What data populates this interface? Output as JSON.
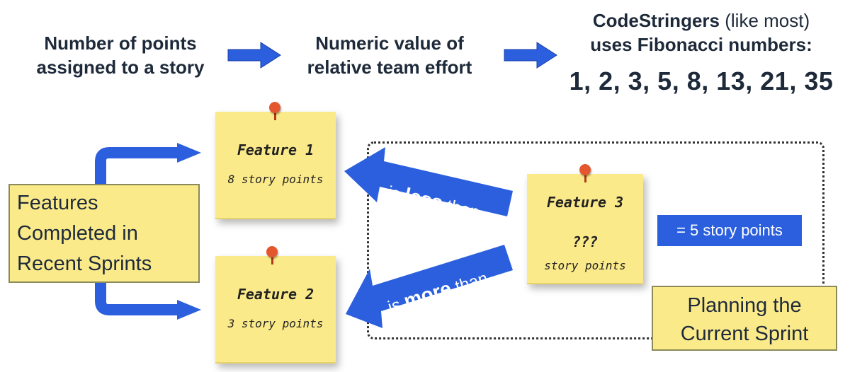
{
  "header": {
    "points_line1": "Number of points",
    "points_line2": "assigned to a story",
    "numeric_line1": "Numeric value of",
    "numeric_line2": "relative team effort",
    "fib_name": "CodeStringers",
    "fib_suffix": "(like most)",
    "fib_line2": "uses Fibonacci numbers:",
    "fib_numbers": "1, 2, 3, 5, 8, 13, 21, 35"
  },
  "notes": {
    "feature1": {
      "title": "Feature 1",
      "points": "8 story points"
    },
    "feature2": {
      "title": "Feature 2",
      "points": "3 story points"
    },
    "feature3": {
      "title": "Feature 3",
      "unknown": "???",
      "points": "story points"
    }
  },
  "completed_box": {
    "line1": "Features",
    "line2": "Completed in",
    "line3": "Recent Sprints"
  },
  "planning_box": {
    "line1": "Planning the",
    "line2": "Current Sprint"
  },
  "comparisons": {
    "less": {
      "pre": "is",
      "bold": "less",
      "post": "than"
    },
    "more": {
      "pre": "is",
      "bold": "more",
      "post": "than"
    }
  },
  "answer": "= 5 story points",
  "colors": {
    "arrow_blue": "#2b5fde",
    "note_yellow": "#fbea8a",
    "pin_red": "#e4572e"
  }
}
